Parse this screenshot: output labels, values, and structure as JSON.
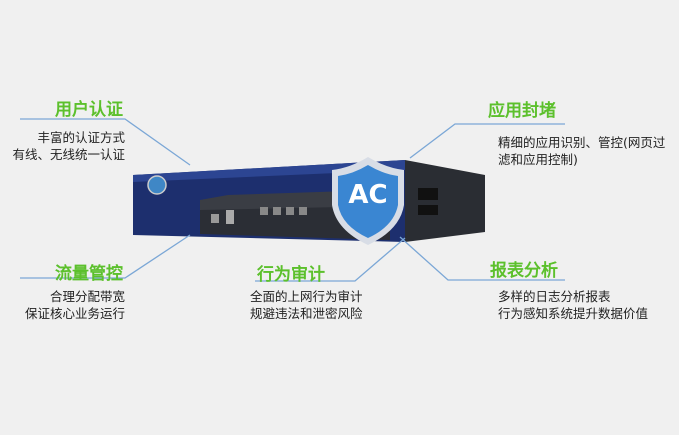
{
  "features": [
    {
      "title": "用户认证",
      "lines": [
        "丰富的认证方式",
        "有线、无线统一认证"
      ]
    },
    {
      "title": "应用封堵",
      "lines": [
        "精细的应用识别、管控(网页过",
        "滤和应用控制)"
      ]
    },
    {
      "title": "流量管控",
      "lines": [
        "合理分配带宽",
        "保证核心业务运行"
      ]
    },
    {
      "title": "行为审计",
      "lines": [
        "全面的上网行为审计",
        "规避违法和泄密风险"
      ]
    },
    {
      "title": "报表分析",
      "lines": [
        "多样的日志分析报表",
        "行为感知系统提升数据价值"
      ]
    }
  ],
  "device": {
    "badge": "AC"
  },
  "colors": {
    "title": "#5cc02c",
    "line": "#7ba7d6",
    "device": "#1d2f6e"
  }
}
